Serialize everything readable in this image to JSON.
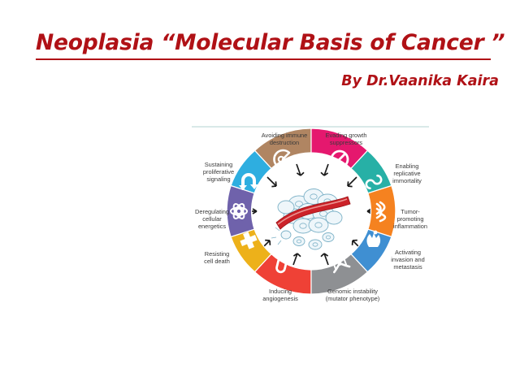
{
  "slide": {
    "title": "Neoplasia “Molecular Basis of Cancer ”",
    "subtitle": "By Dr.Vaanika Kaira",
    "title_color": "#b01116",
    "background": "#ffffff"
  },
  "figure": {
    "name": "hallmarks-of-cancer-wheel",
    "divider_color": "#d9e9e8",
    "center": {
      "description": "tumor cell mass with blood vessel",
      "vessel_color": "#cc2229",
      "cell_outline_color": "#7fb3c8"
    },
    "hallmarks": [
      {
        "id": "sustaining-proliferative-signaling",
        "label": "Sustaining\nproliferative\nsignaling",
        "color": "#2eaee0",
        "icon": "arrow-loop-icon"
      },
      {
        "id": "avoiding-immune-destruction",
        "label": "Avoiding immune\ndestruction",
        "color": "#b08562",
        "icon": "pacman-cell-icon"
      },
      {
        "id": "evading-growth-suppressors",
        "label": "Evading growth\nsuppressors",
        "color": "#e5186e",
        "icon": "no-entry-icon"
      },
      {
        "id": "enabling-replicative-immortality",
        "label": "Enabling\nreplicative\nimmortality",
        "color": "#27b0a6",
        "icon": "infinity-icon"
      },
      {
        "id": "tumor-promoting-inflammation",
        "label": "Tumor-\npromoting\ninflammation",
        "color": "#f58220",
        "icon": "flame-icon"
      },
      {
        "id": "activating-invasion-and-metastasis",
        "label": "Activating\ninvasion and\nmetastasis",
        "color": "#3f8fd2",
        "icon": "grabbing-hand-icon"
      },
      {
        "id": "genomic-instability",
        "label": "Genomic instability\n(mutator phenotype)",
        "color": "#8e9093",
        "icon": "dna-helix-icon"
      },
      {
        "id": "inducing-angiogenesis",
        "label": "Inducing\nangiogenesis",
        "color": "#ef4136",
        "icon": "blood-vessel-icon"
      },
      {
        "id": "resisting-cell-death",
        "label": "Resisting\ncell death",
        "color": "#edb11a",
        "icon": "cross-icon"
      },
      {
        "id": "deregulating-cellular-energetics",
        "label": "Deregulating\ncellular\nenergetics",
        "color": "#6f62ab",
        "icon": "atom-icon"
      }
    ]
  }
}
